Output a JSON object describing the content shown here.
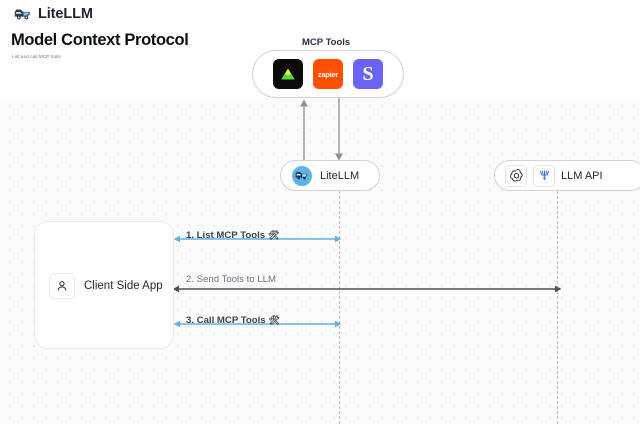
{
  "brand": {
    "name": "LiteLLM",
    "logo_icon": "truck-logo-icon"
  },
  "header": {
    "title": "Model Context Protocol",
    "subtitle": "List and call MCP tools"
  },
  "colors": {
    "accent_blue": "#5cb3ec",
    "dark_arrow": "#4a4f58",
    "lifeline": "#b9bdc6",
    "border": "#cfd3da",
    "zapier_orange": "#ff4f00",
    "slack_purple": "#6a63f6",
    "composio_black": "#0b0b0c",
    "litellm_blue": "#5ab4e8"
  },
  "diagram": {
    "type": "sequence-diagram",
    "mcp_group": {
      "caption": "MCP Tools",
      "tools": [
        {
          "name": "composio",
          "icon": "composio-triangle-icon",
          "label": ""
        },
        {
          "name": "zapier",
          "icon": "zapier-wordmark-icon",
          "label": "zapier"
        },
        {
          "name": "slack",
          "icon": "slack-s-icon",
          "label": "S"
        }
      ]
    },
    "nodes": [
      {
        "id": "client",
        "label": "Client Side App",
        "icon": "user-person-icon"
      },
      {
        "id": "litellm",
        "label": "LiteLLM",
        "icon": "litellm-truck-avatar-icon"
      },
      {
        "id": "llm_api",
        "label": "LLM API",
        "icons": [
          "openai-logo-icon",
          "vertex-ai-logo-icon"
        ]
      }
    ],
    "vertical_connections": [
      {
        "id": "tools-to-litellm-up",
        "direction": "up",
        "from": "litellm",
        "to": "mcp_tools"
      },
      {
        "id": "tools-to-litellm-down",
        "direction": "down",
        "from": "mcp_tools",
        "to": "litellm"
      }
    ],
    "messages": [
      {
        "step": "1.",
        "text": "1. List MCP Tools",
        "glyph": "🛠",
        "glyph_name": "tools-icon",
        "from": "client",
        "to": "litellm",
        "style": "accent",
        "direction": "both"
      },
      {
        "step": "2.",
        "text": "2. Send Tools to LLM",
        "glyph": "",
        "glyph_name": "",
        "from": "client",
        "to": "llm_api",
        "style": "dark",
        "direction": "both"
      },
      {
        "step": "3.",
        "text": "3. Call MCP Tools",
        "glyph": "🛠",
        "glyph_name": "tools-icon",
        "from": "client",
        "to": "litellm",
        "style": "accent",
        "direction": "both"
      }
    ]
  }
}
